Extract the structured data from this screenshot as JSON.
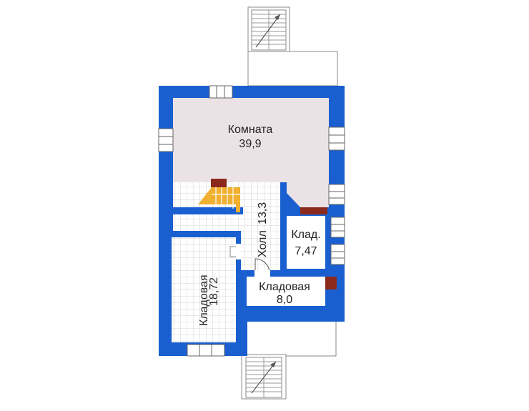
{
  "rooms": [
    {
      "name": "Комната",
      "area": "39,9"
    },
    {
      "name": "Холл",
      "area": "13,3"
    },
    {
      "name": "Клад.",
      "area": "7,47"
    },
    {
      "name": "Кладовая",
      "area": "8,0"
    },
    {
      "name": "Кладовая",
      "area": "18,72"
    }
  ],
  "colors": {
    "wall": "#1a5fd0",
    "room_floor": "#ebe2e6",
    "tile_floor": "#ffffff",
    "tile_grid": "#c9c9c9",
    "stair": "#f0b030",
    "chimney": "#8b2a1c",
    "outline": "#888888"
  }
}
